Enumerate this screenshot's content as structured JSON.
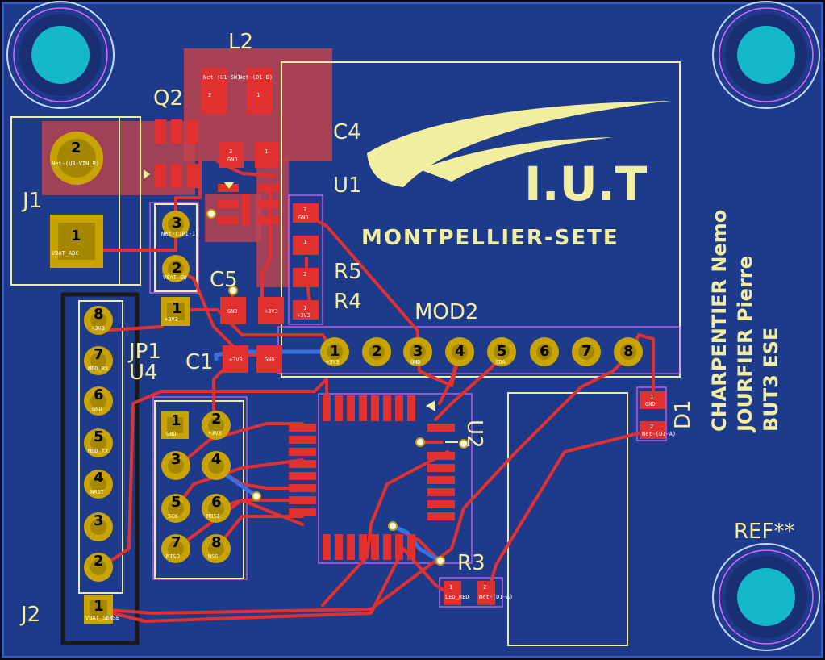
{
  "board": {
    "colors": {
      "substrate": "#1e3a8a",
      "copper_track": "#e03030",
      "pad_gold": "#c9a400",
      "silkscreen": "#f2eea0",
      "mounting_hole": "#14b8c8",
      "courtyard": "#e066ff"
    },
    "refs": {
      "l2": "L2",
      "q2": "Q2",
      "c4": "C4",
      "u1": "U1",
      "j1": "J1",
      "r5": "R5",
      "r4": "R4",
      "c5": "C5",
      "mod2": "MOD2",
      "c1": "C1",
      "jp1": "JP1",
      "u4": "U4",
      "u2": "U2",
      "d1": "D1",
      "r3": "R3",
      "j2": "J2",
      "ref": "REF**"
    },
    "logo": {
      "short": "I.U.T",
      "full": "MONTPELLIER-SETE"
    },
    "authors": [
      "CHARPENTIER Nemo",
      "JOURFIER Pierre",
      "BUT3 ESE"
    ],
    "j1": {
      "pins": [
        "2",
        "1"
      ],
      "nets": [
        "Net-(U3-VIN_B)",
        "VBAT_ADC"
      ]
    },
    "j2": {
      "pins": [
        "8",
        "7",
        "6",
        "5",
        "4",
        "3",
        "2",
        "1"
      ],
      "nets": [
        "+3V3",
        "MOD_RX",
        "GND",
        "MOD_TX",
        "NRST",
        "",
        "",
        "VBAT_SENSE"
      ]
    },
    "jp1": {
      "pins": [
        "3",
        "2",
        "1"
      ],
      "nets": [
        "Net-(JP1-1)",
        "VBAT_SW",
        "+3V3"
      ]
    },
    "u4": {
      "pins": [
        "1",
        "2",
        "3",
        "4",
        "5",
        "6",
        "7",
        "8"
      ],
      "nets": [
        "GND",
        "+3V3",
        "",
        "",
        "SCK",
        "MOSI",
        "MISO",
        "NSS"
      ]
    },
    "mod2": {
      "pins": [
        "1",
        "2",
        "3",
        "4",
        "5",
        "6",
        "7",
        "8"
      ],
      "nets": [
        "+3V3",
        "",
        "GND",
        "",
        "SDA",
        "",
        "",
        ""
      ]
    },
    "smd": {
      "l2_1": "1",
      "l2_2": "2",
      "l2_net1": "Net-(U1-SW)",
      "l2_net2": "Net-(D1-D)",
      "c4_2": "2",
      "c4_1": "1",
      "c4_gnd": "GND",
      "r5_2": "2",
      "r5_1": "1",
      "r5_gnd": "GND",
      "r4_2": "2",
      "r4_1": "1",
      "r4_net": "+3V3",
      "c5_gnd": "GND",
      "c5_v": "+3V3",
      "c1_v": "+3V3",
      "c1_gnd": "GND",
      "d1_1": "1",
      "d1_2": "2",
      "d1_gnd": "GND",
      "d1_net": "Net-(D1-A)",
      "r3_1": "1",
      "r3_2": "2",
      "r3_net1": "LED_RED",
      "r3_net2": "Net-(D1-A)"
    }
  }
}
